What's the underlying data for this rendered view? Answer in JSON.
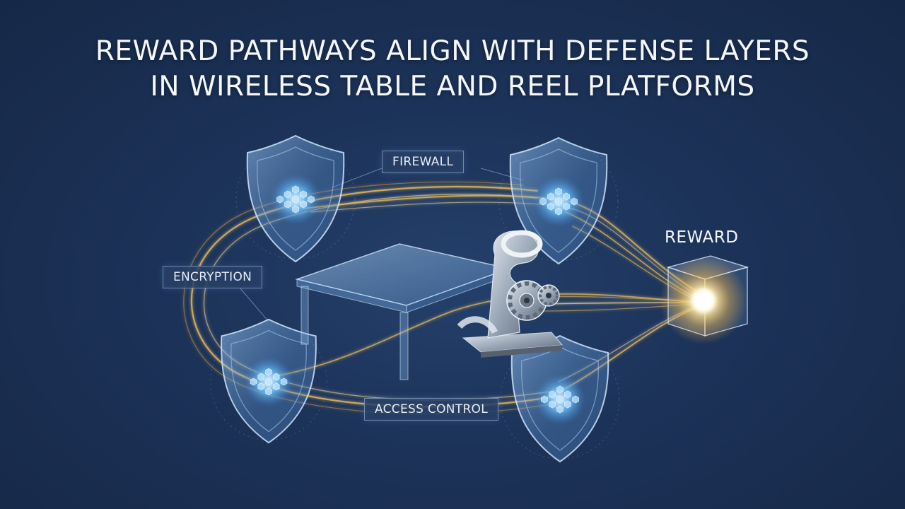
{
  "title": {
    "line1": "REWARD PATHWAYS ALIGN WITH DEFENSE LAYERS",
    "line2": "IN WIRELESS TABLE AND REEL PLATFORMS"
  },
  "labels": {
    "firewall": "FIREWALL",
    "encryption": "ENCRYPTION",
    "access_control": "ACCESS CONTROL",
    "reward": "REWARD"
  },
  "colors": {
    "background": "#1c3258",
    "shield_glass": "#7fb4f0",
    "pathway_gold": "#f2c25a",
    "reward_core": "#fff3c4"
  },
  "icons": {
    "shields": [
      "shield-icon",
      "shield-icon",
      "shield-icon",
      "shield-icon"
    ],
    "table": "table-icon",
    "reel": "reel-gear-icon",
    "reward": "reward-cube-icon"
  }
}
